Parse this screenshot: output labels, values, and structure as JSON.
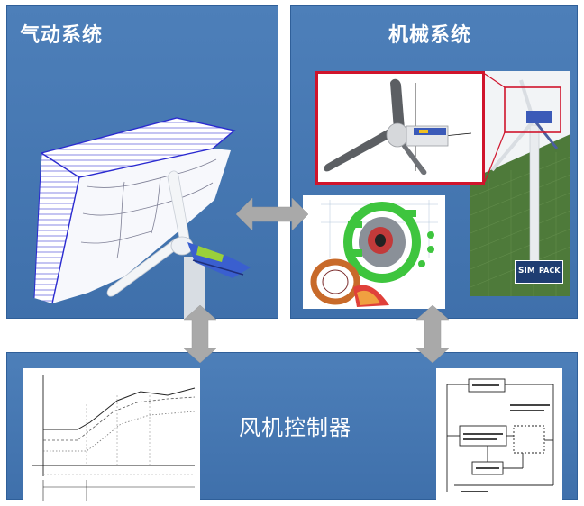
{
  "panels": {
    "aero": {
      "title": "气动系统"
    },
    "mech": {
      "title": "机械系统"
    },
    "ctrl": {
      "title": "风机控制器"
    }
  },
  "badge": {
    "left": "SIM",
    "right": "PACK"
  },
  "colors": {
    "panel_blue": "#4577b3",
    "arrow_gray": "#a9a9a9",
    "highlight_red": "#d0142c",
    "grass_green": "#4e7a3a",
    "gear_green": "#3ec53e"
  },
  "icons": [
    "double-arrow-horizontal",
    "double-arrow-vertical"
  ]
}
